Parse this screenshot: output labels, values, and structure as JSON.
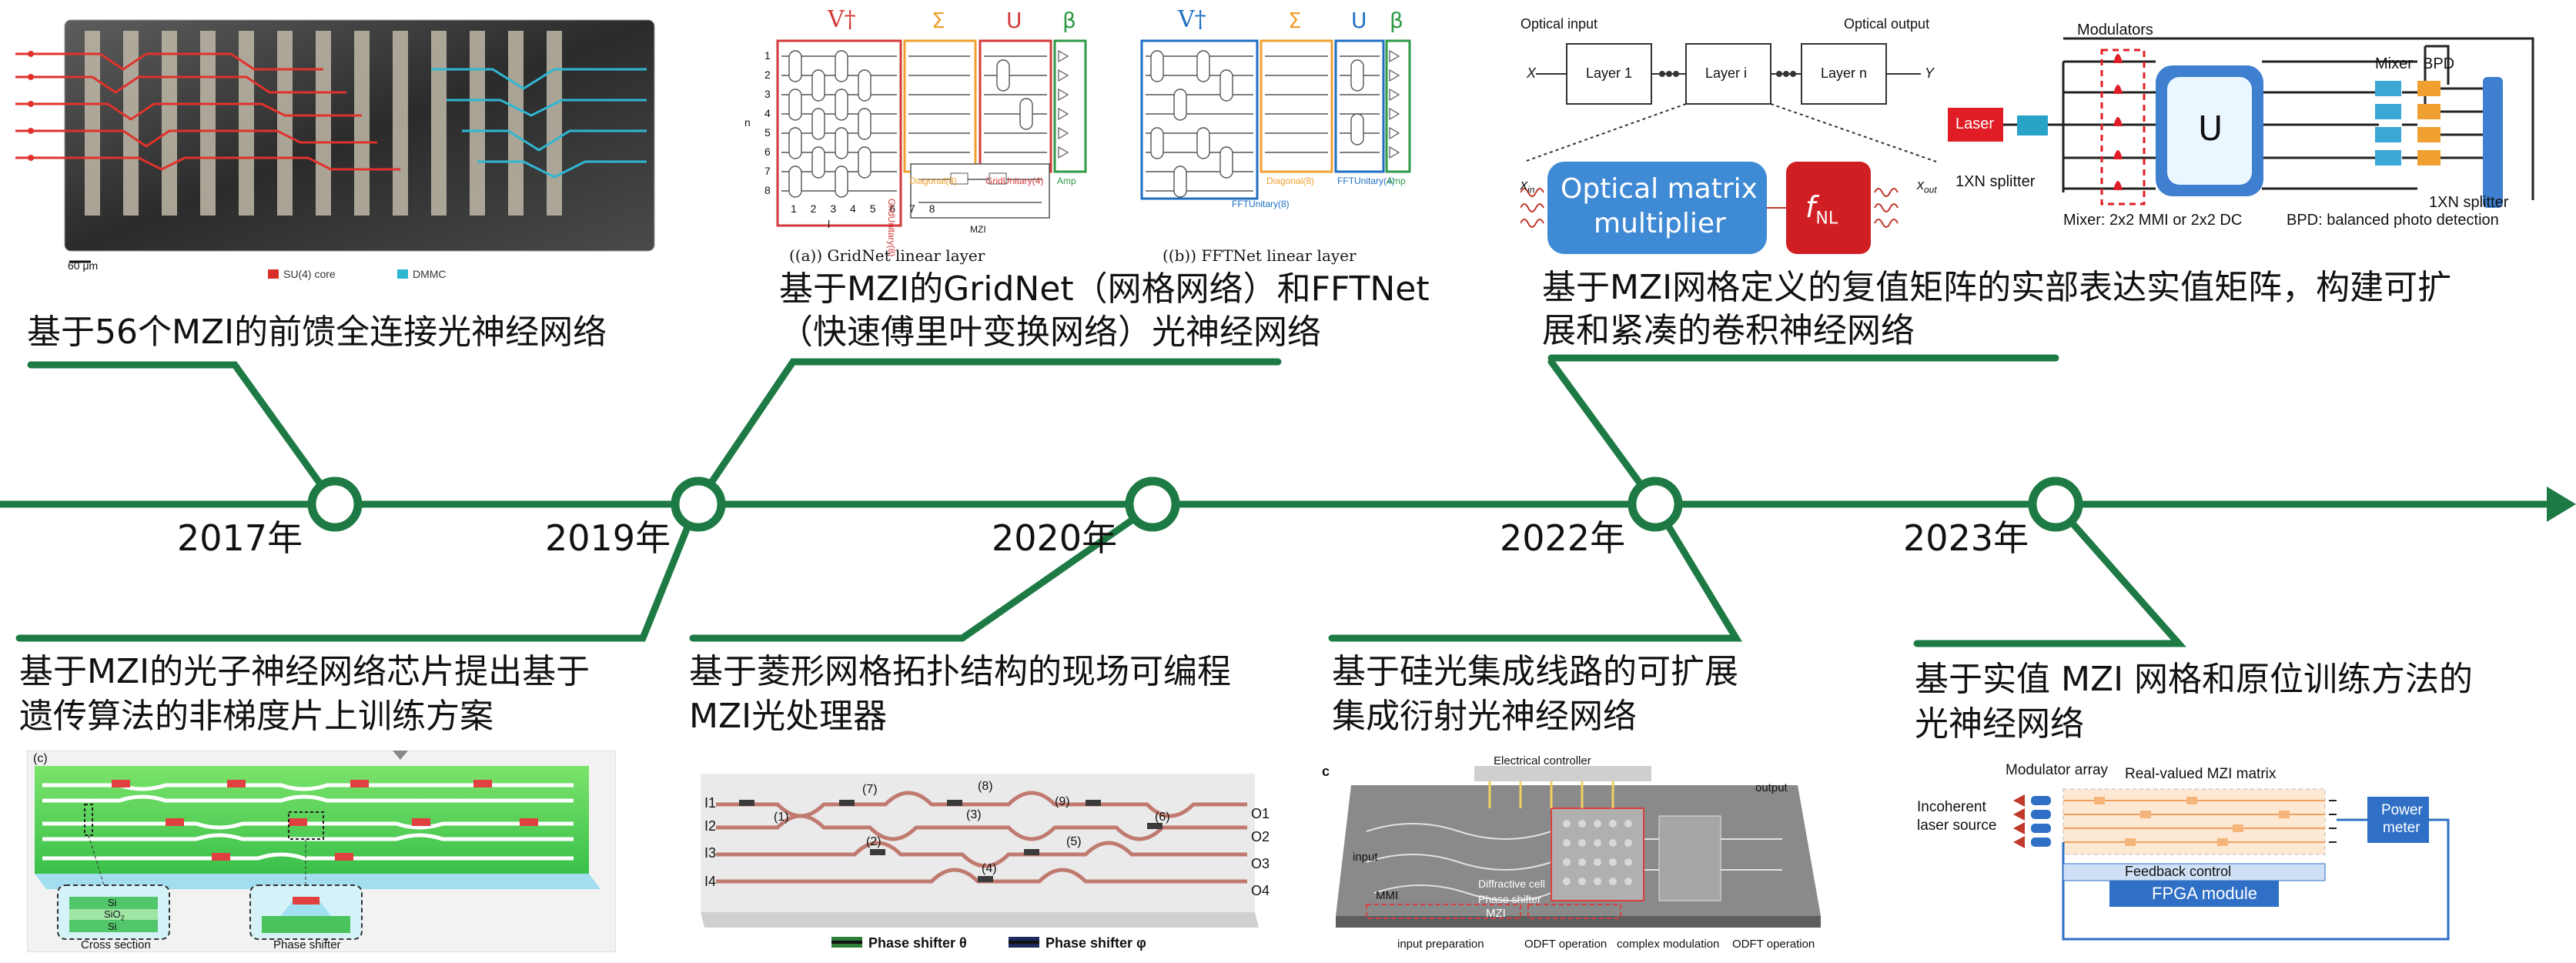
{
  "timeline": {
    "years": [
      "2017年",
      "2019年",
      "2020年",
      "2022年",
      "2023年"
    ]
  },
  "top_captions": {
    "c2017": "基于56个MZI的前馈全连接光神经网络",
    "c2020_line1": "基于MZI的GridNet（网格网络）和FFTNet",
    "c2020_line2": "（快速傅里叶变换网络）光神经网络",
    "c2022_line1": "基于MZI网格定义的复值矩阵的实部表达实值矩阵，构建可扩",
    "c2022_line2": "展和紧凑的卷积神经网络"
  },
  "bottom_captions": {
    "c2019_line1": "基于MZI的光子神经网络芯片提出基于",
    "c2019_line2": "遗传算法的非梯度片上训练方案",
    "c2020_line1": "基于菱形网格拓扑结构的现场可编程",
    "c2020_line2": "MZI光处理器",
    "c2022_line1": "基于硅光集成线路的可扩展",
    "c2022_line2": "集成衍射光神经网络",
    "c2023_line1": "基于实值 MZI 网格和原位训练方法的",
    "c2023_line2": "光神经网络"
  },
  "fig_chip2017": {
    "scale": "60 μm",
    "legend_red": "SU(4) core",
    "legend_cyan": "DMMC"
  },
  "fig_gridnet": {
    "v_dagger": "V†",
    "sigma": "Σ",
    "u": "U",
    "beta": "β",
    "row_labels": [
      "1",
      "2",
      "3",
      "4",
      "5",
      "6",
      "7",
      "8"
    ],
    "n_label": "n",
    "col_labels": "1 2 3 4 5 6 7 8",
    "l_label": "l",
    "diag_a": "Diagonal(8)",
    "gridunitary": "GridUnitary(8)",
    "gridunitary_a": "GridUnitary(4)",
    "amp": "Amp",
    "mzi": "MZI",
    "caption_a": "((a)) GridNet linear layer",
    "caption_b": "((b)) FFTNet linear layer",
    "fftunitary": "FFTUnitary(8)",
    "fftunitary_b": "FFTUnitary(4)",
    "diag_b": "Diagonal(8)",
    "amp_b": "Amp"
  },
  "fig_conv2022": {
    "optical_input": "Optical input",
    "optical_output": "Optical output",
    "x": "X",
    "y": "Y",
    "layer1": "Layer 1",
    "layeri": "Layer i",
    "layern": "Layer n",
    "omm_line1": "Optical matrix",
    "omm_line2": "multiplier",
    "fnl": "f",
    "fnl_sub": "NL",
    "xin": "x",
    "xin_sub": "in",
    "xout": "x",
    "xout_sub": "out",
    "modulators": "Modulators",
    "laser": "Laser",
    "u": "U",
    "mixer": "Mixer",
    "bpd": "BPD",
    "splitter_left": "1XN splitter",
    "splitter_right": "1XN splitter",
    "mixer_note": "Mixer: 2x2 MMI or 2x2 DC",
    "bpd_note": "BPD: balanced photo detection"
  },
  "fig_chip2019": {
    "panel": "(c)",
    "s1": "Si",
    "s2": "SiO",
    "s2_sub": "2",
    "s3": "Si",
    "cross_section": "Cross section",
    "phase_shifter": "Phase shifter"
  },
  "fig_diamond2020": {
    "inputs": [
      "I1",
      "I2",
      "I3",
      "I4"
    ],
    "outputs": [
      "O1",
      "O2",
      "O3",
      "O4"
    ],
    "nodes": [
      "(1)",
      "(2)",
      "(3)",
      "(4)",
      "(5)",
      "(6)",
      "(7)",
      "(8)",
      "(9)"
    ],
    "legend_theta": "Phase shifter θ",
    "legend_phi": "Phase shifter φ"
  },
  "fig_diffractive2022": {
    "panel": "c",
    "electrical_controller": "Electrical controller",
    "output": "output",
    "input": "input",
    "mmi": "MMI",
    "mzi": "MZI",
    "diffractive_cell": "Diffractive cell",
    "phase_shifter": "Phase shifter",
    "bottom_labels": [
      "input preparation",
      "ODFT operation",
      "complex modulation",
      "ODFT operation"
    ]
  },
  "fig_realmzi2023": {
    "modulator_array": "Modulator array",
    "matrix": "Real-valued MZI matrix",
    "incoherent": "Incoherent",
    "laser_source": "laser source",
    "power": "Power",
    "meter": "meter",
    "feedback": "Feedback control",
    "fpga": "FPGA module"
  },
  "colors": {
    "timeline_green": "#1e7a44",
    "red": "#e01d25",
    "orange": "#f5a623",
    "blue": "#1f6fc1",
    "green": "#2e9a46"
  }
}
